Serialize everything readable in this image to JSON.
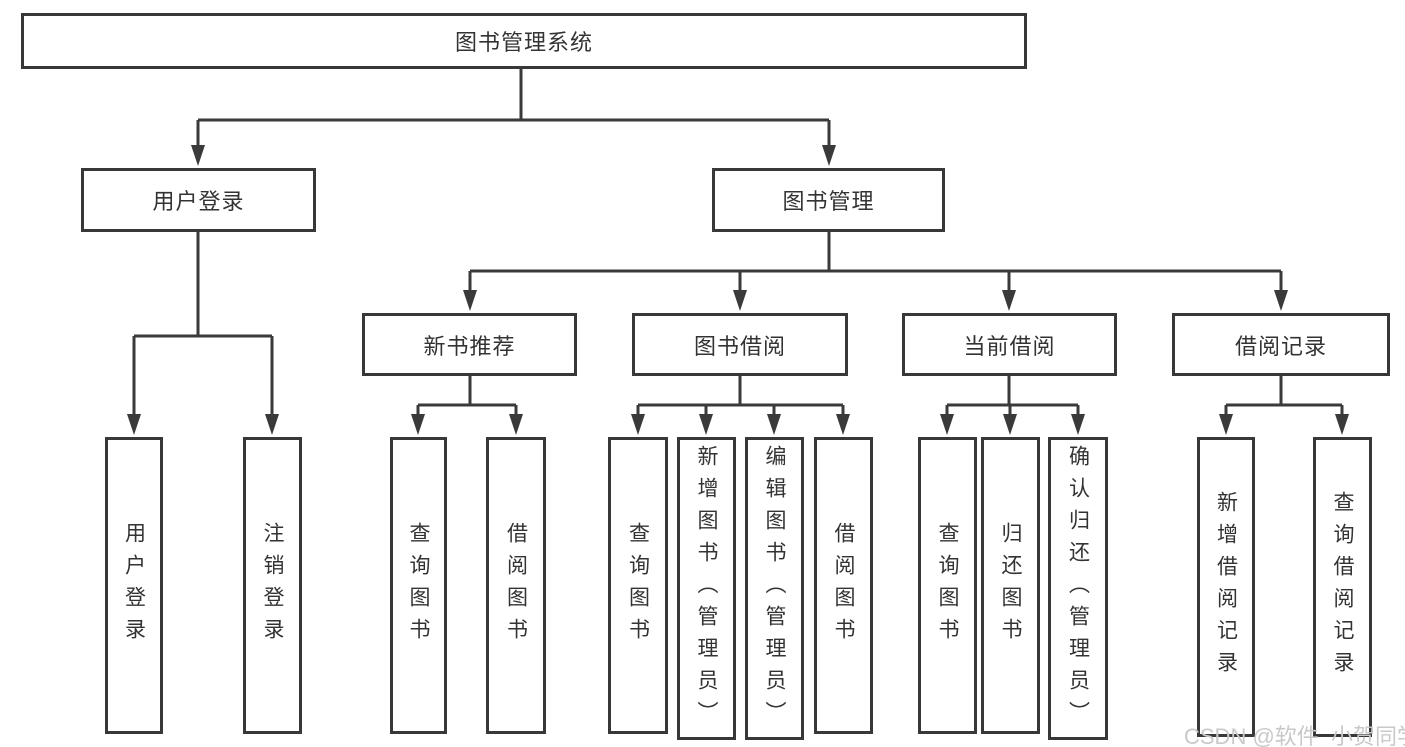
{
  "diagram": {
    "type": "hierarchy-tree",
    "tree": {
      "root": {
        "label": "图书管理系统"
      },
      "children": [
        {
          "label": "用户登录",
          "children": [
            {
              "label": "用户登录"
            },
            {
              "label": "注销登录"
            }
          ]
        },
        {
          "label": "图书管理",
          "children": [
            {
              "label": "新书推荐",
              "children": [
                {
                  "label": "查询图书"
                },
                {
                  "label": "借阅图书"
                }
              ]
            },
            {
              "label": "图书借阅",
              "children": [
                {
                  "label": "查询图书"
                },
                {
                  "label": "新增图书（管理员）"
                },
                {
                  "label": "编辑图书（管理员）"
                },
                {
                  "label": "借阅图书"
                }
              ]
            },
            {
              "label": "当前借阅",
              "children": [
                {
                  "label": "查询图书"
                },
                {
                  "label": "归还图书"
                },
                {
                  "label": "确认归还（管理员）"
                }
              ]
            },
            {
              "label": "借阅记录",
              "children": [
                {
                  "label": "新增借阅记录"
                },
                {
                  "label": "查询借阅记录"
                }
              ]
            }
          ]
        }
      ]
    }
  },
  "watermark": {
    "text": "CSDN @软件_小贺同学"
  },
  "colors": {
    "line": "#3a3a3a",
    "box_border": "#383838",
    "text": "#333333",
    "watermark": "#c9c9c9",
    "background": "#ffffff"
  }
}
